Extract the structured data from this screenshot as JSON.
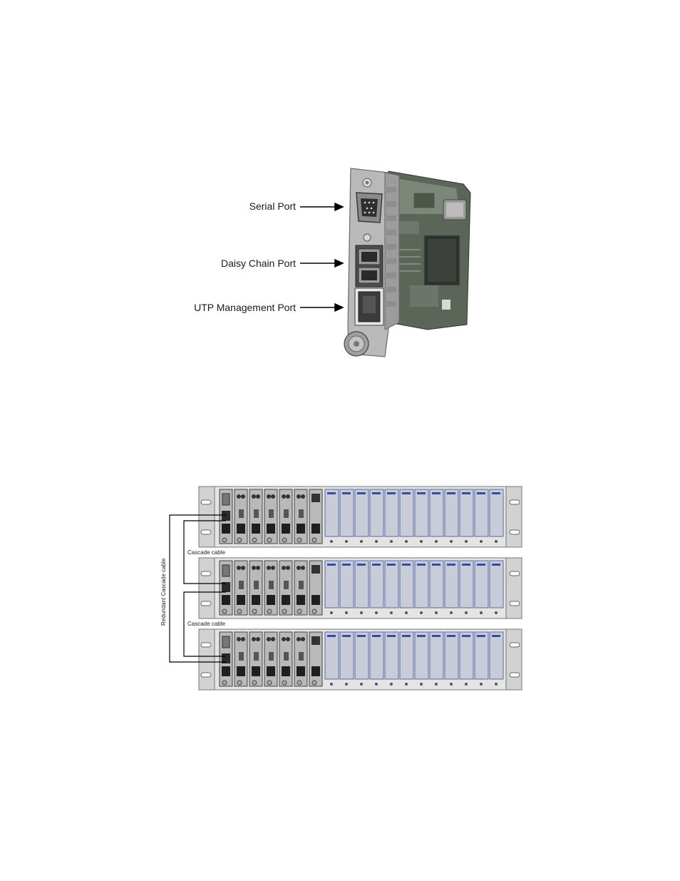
{
  "module_figure": {
    "callouts": {
      "serial_port": "Serial Port",
      "daisy_chain_port": "Daisy Chain Port",
      "utp_management_port": "UTP Management Port"
    }
  },
  "chassis_figure": {
    "cascade_cable_label": "Cascade cable",
    "cascade_cable_label_2": "Cascade cable",
    "redundant_cable_label": "Redundant Cascade cable",
    "chassis_count": 3,
    "module_slots_populated": 7,
    "blank_slots": 12
  },
  "colors": {
    "module_faceplate": "#b9b9b9",
    "pcb_green": "#4a5a4a",
    "blank_panel": "#c7ccd8",
    "blank_panel_border": "#5a6aa8",
    "chassis_body": "#d2d2d2"
  }
}
